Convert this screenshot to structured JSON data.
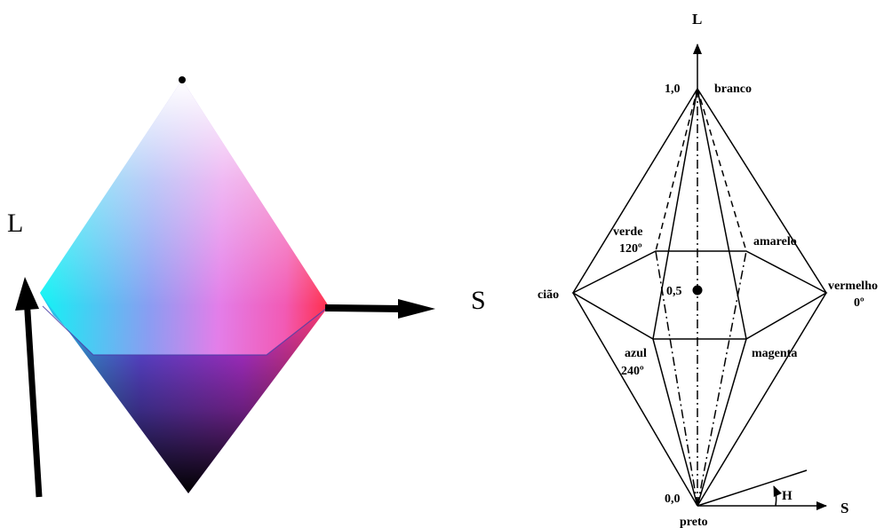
{
  "left_figure": {
    "axis_l": "L",
    "axis_s": "S"
  },
  "right_figure": {
    "axis_l": "L",
    "axis_s": "S",
    "axis_h": "H",
    "value_top": "1,0",
    "value_mid": "0,5",
    "value_bottom": "0,0",
    "vertices": {
      "white": "branco",
      "black": "preto",
      "green": "verde",
      "green_deg": "120º",
      "yellow": "amarelo",
      "cyan": "cião",
      "red": "vermelho",
      "red_deg": "0º",
      "blue": "azul",
      "blue_deg": "240º",
      "magenta": "magenta"
    }
  },
  "colors": {
    "cyan": "#00ffff",
    "blue": "#3333ff",
    "magenta": "#ff33ff",
    "red": "#ff2233",
    "white": "#ffffff",
    "black": "#000000"
  }
}
